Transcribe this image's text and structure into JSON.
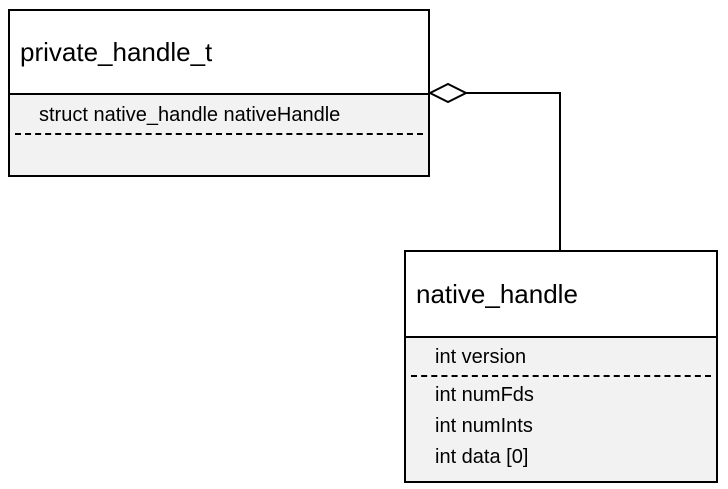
{
  "diagram": {
    "classes": [
      {
        "name": "private_handle_t",
        "attributes_top": [
          "struct native_handle nativeHandle"
        ],
        "attributes_bottom": []
      },
      {
        "name": "native_handle",
        "attributes_top": [
          "int version"
        ],
        "attributes_bottom": [
          "int numFds",
          "int numInts",
          "int data [0]"
        ]
      }
    ],
    "relation": {
      "type": "aggregation",
      "whole": "private_handle_t",
      "part": "native_handle"
    },
    "colors": {
      "stroke": "#000000",
      "header_fill": "#ffffff",
      "body_fill": "#f2f2f2"
    }
  }
}
